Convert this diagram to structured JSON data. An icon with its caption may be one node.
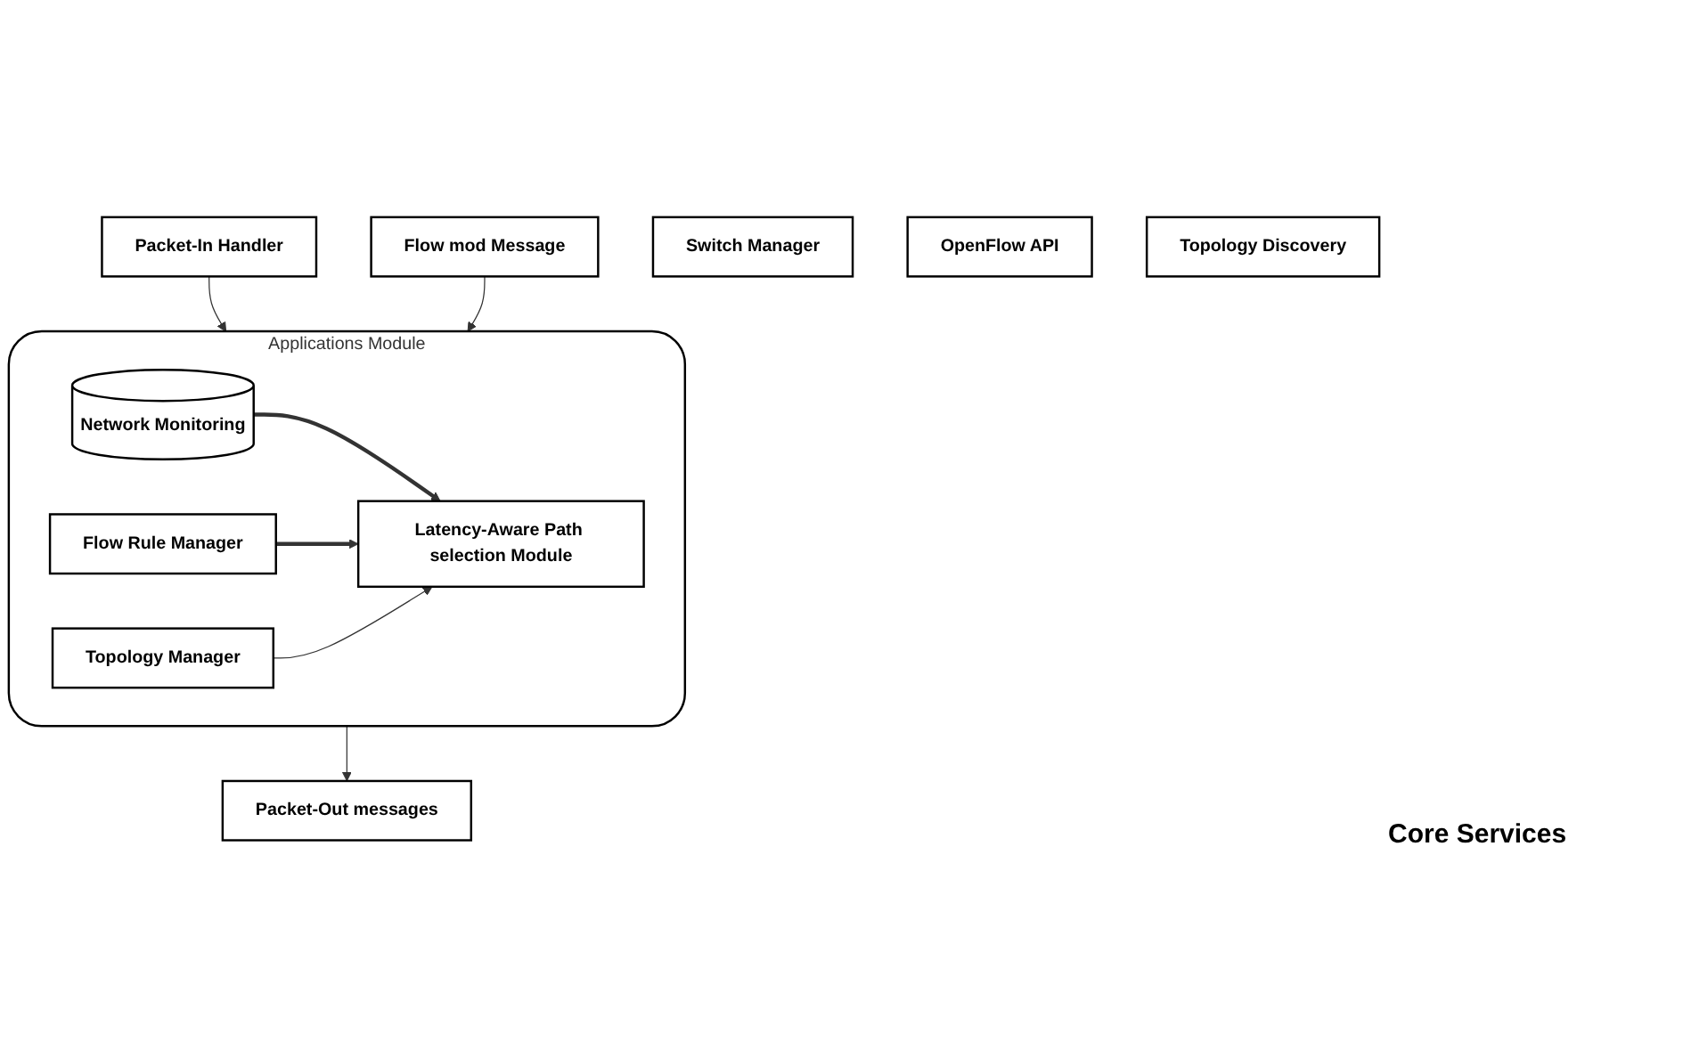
{
  "diagram": {
    "nodes": [
      {
        "text": [
          "Packet-In Handler"
        ]
      },
      {
        "text": [
          "Flow mod Message"
        ]
      },
      {
        "text": [
          "Packet-Out messages"
        ]
      },
      {
        "text": [
          "Applications Module"
        ]
      },
      {
        "text": [
          "Network Monitoring"
        ],
        "in": 3
      },
      {
        "text": [
          "Latency-Aware Path selection Module"
        ],
        "in": 3
      },
      {
        "text": [
          "Flow Rule Manager"
        ],
        "in": 3
      },
      {
        "text": [
          "Topology Manager"
        ],
        "in": 3
      },
      {
        "text": [
          "Switch Manager"
        ]
      },
      {
        "text": [
          "OpenFlow API"
        ]
      },
      {
        "text": [
          "Topology Discovery"
        ]
      }
    ],
    "edges": [
      {
        "from": 0,
        "to": 3,
        "arrow": "to"
      },
      {
        "from": 1,
        "to": 3,
        "arrow": "to"
      },
      {
        "from": 3,
        "to": 2,
        "arrow": "to"
      },
      {
        "from": 4,
        "to": 5,
        "arrow": "to",
        "style": "thick"
      },
      {
        "from": 6,
        "to": 5,
        "arrow": "to",
        "style": "thick"
      },
      {
        "from": 7,
        "to": 5,
        "arrow": "to"
      }
    ],
    "labels": [
      "Core Services"
    ]
  }
}
